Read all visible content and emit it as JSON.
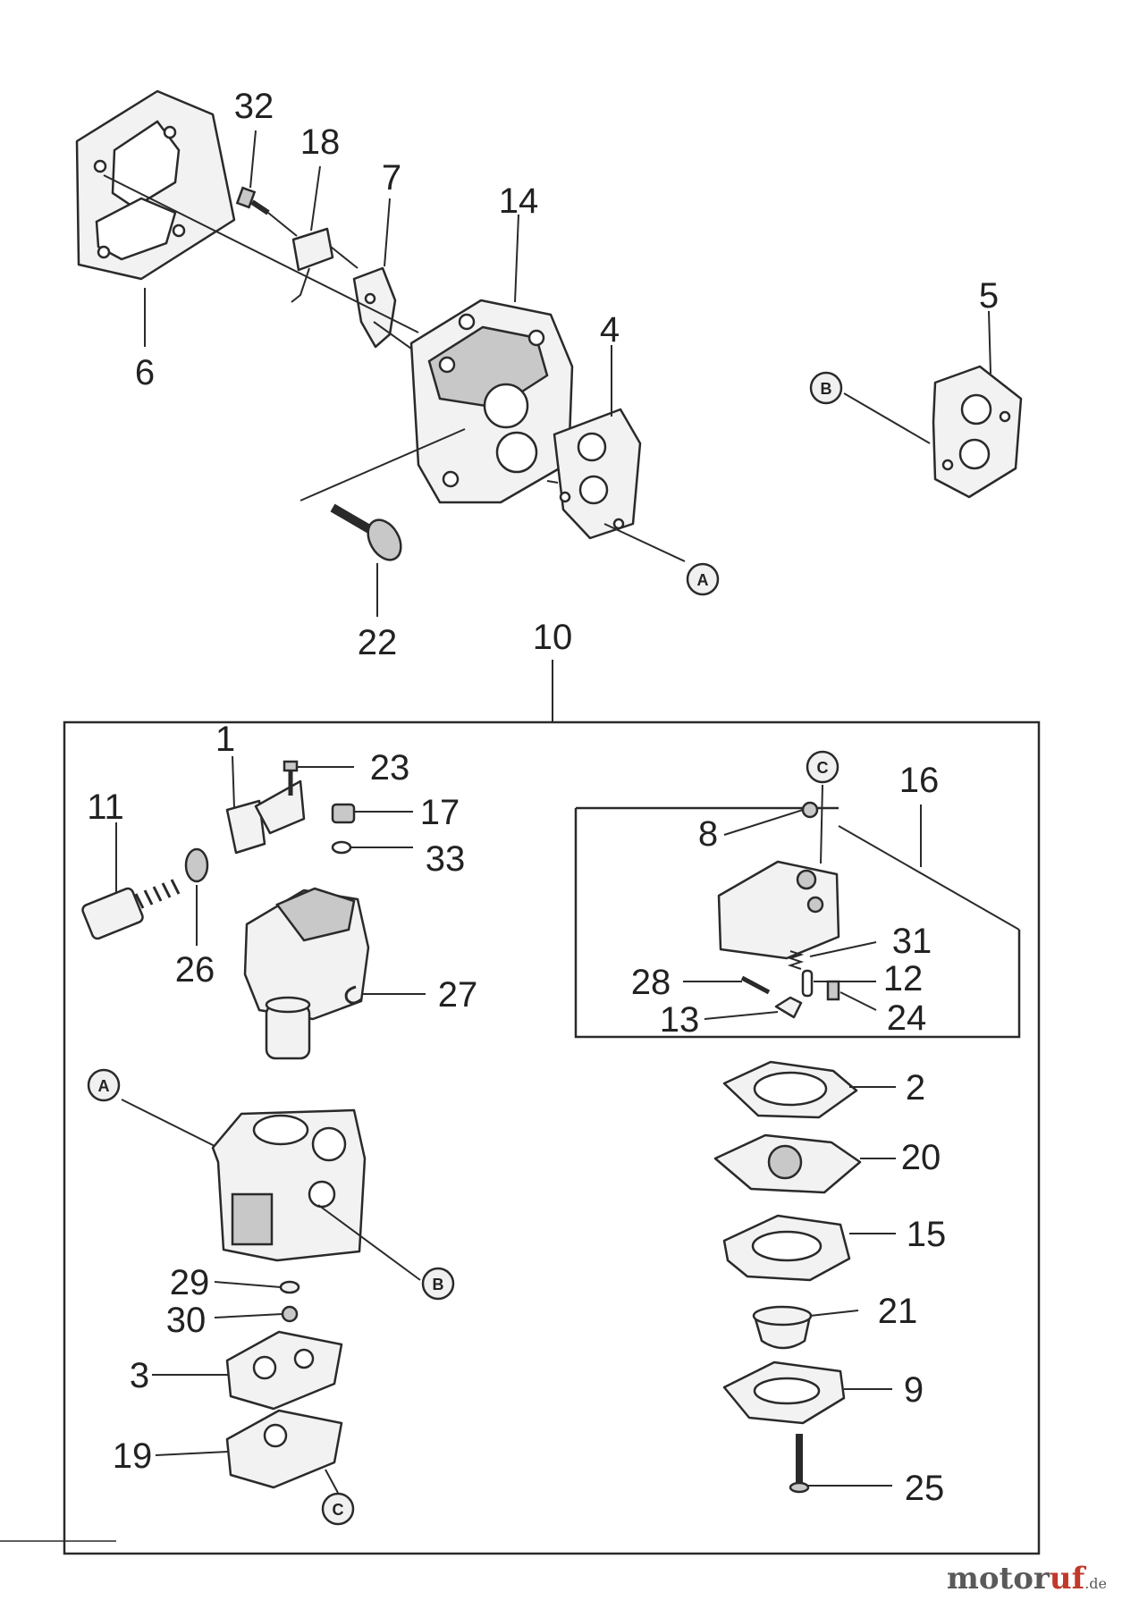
{
  "callouts": {
    "n1": "1",
    "n2": "2",
    "n3": "3",
    "n4": "4",
    "n5": "5",
    "n6": "6",
    "n7": "7",
    "n8": "8",
    "n9": "9",
    "n10": "10",
    "n11": "11",
    "n12": "12",
    "n13": "13",
    "n14": "14",
    "n15": "15",
    "n16": "16",
    "n17": "17",
    "n18": "18",
    "n19": "19",
    "n20": "20",
    "n21": "21",
    "n22": "22",
    "n23": "23",
    "n24": "24",
    "n25": "25",
    "n26": "26",
    "n27": "27",
    "n28": "28",
    "n29": "29",
    "n30": "30",
    "n31": "31",
    "n32": "32",
    "n33": "33"
  },
  "references": {
    "a": "A",
    "b": "B",
    "c": "C"
  },
  "watermark": {
    "brand": "motoruf",
    "suffix": ".de",
    "accent": "#c0392b"
  }
}
